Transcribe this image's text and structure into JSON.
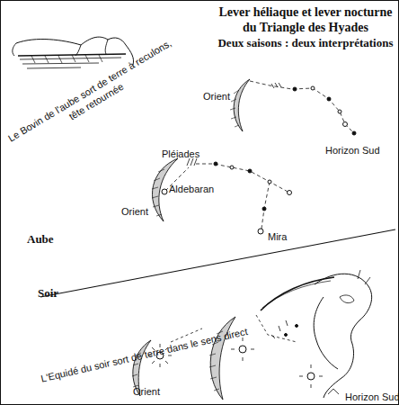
{
  "diagram": {
    "title": "Lever héliaque et lever nocturne du Triangle des Hyades",
    "labels": [
      "Deux saisons : deux interprétations",
      "Le Bovin de l'aube sort de terre à reculons, tête retournée",
      "Orient",
      "Horizon Sud",
      "Pléiades",
      "Aldebaran",
      "Orient",
      "Mira",
      "Aube",
      "Soir",
      "L'Equidé du soir sort de terre dans le sens direct",
      "Orient",
      "Horizon Sud"
    ]
  }
}
